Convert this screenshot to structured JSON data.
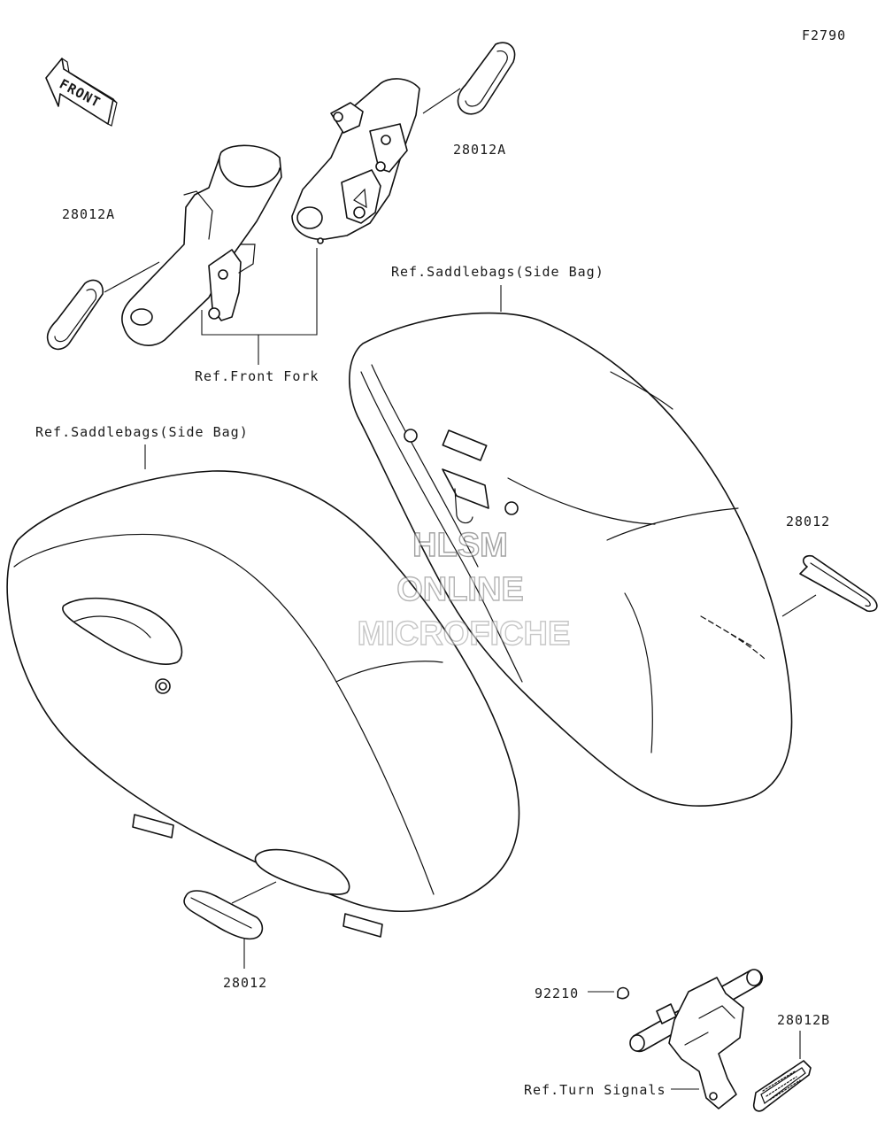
{
  "diagram_code": "F2790",
  "front_arrow": {
    "label": "FRONT"
  },
  "callouts": {
    "reflector_fork_right": "28012A",
    "reflector_fork_left": "28012A",
    "reflector_bag_right": "28012",
    "reflector_bag_left": "28012",
    "nut": "92210",
    "reflector_rear": "28012B"
  },
  "references": {
    "front_fork": "Ref.Front Fork",
    "saddlebag_right": "Ref.Saddlebags(Side Bag)",
    "saddlebag_left": "Ref.Saddlebags(Side Bag)",
    "turn_signals": "Ref.Turn Signals"
  },
  "watermark": {
    "line1": "HLSM",
    "line2": "ONLINE",
    "line3": "MICROFICHE"
  }
}
